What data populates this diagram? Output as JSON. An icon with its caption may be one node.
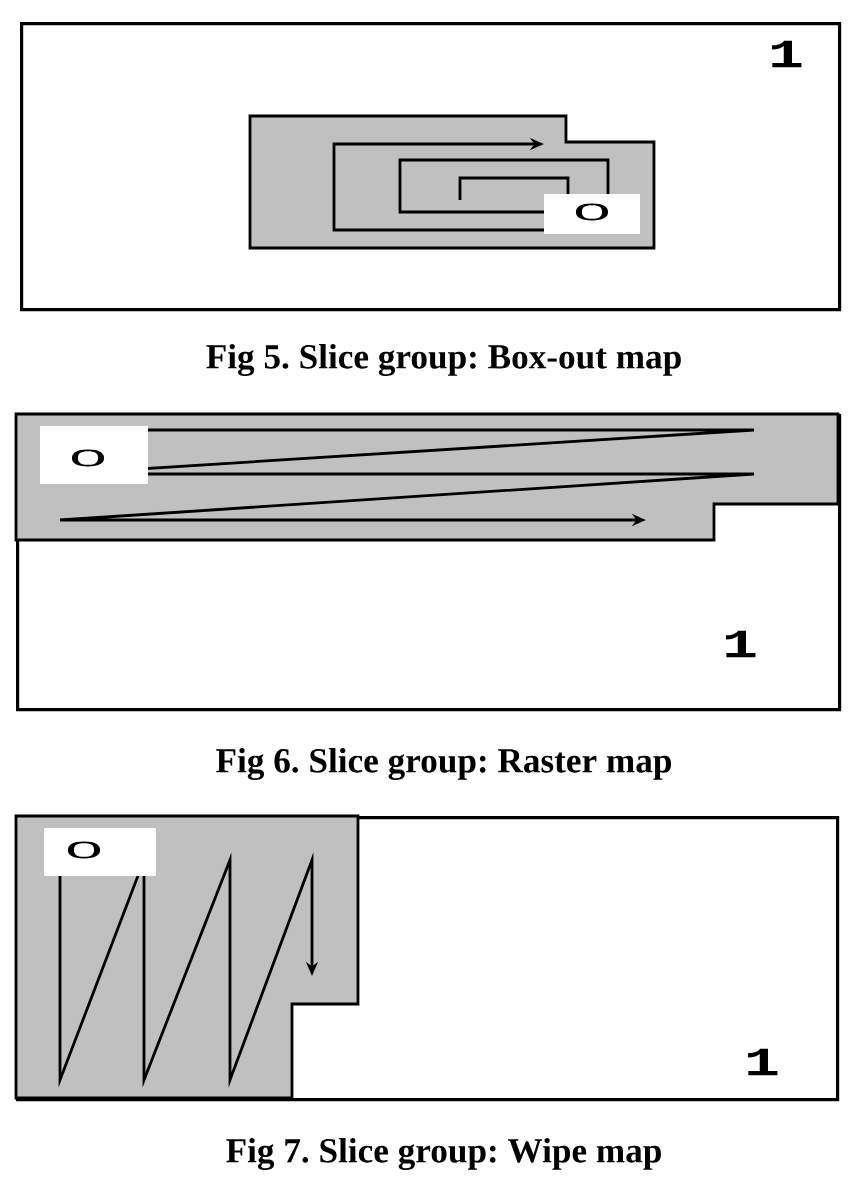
{
  "diagram": {
    "nodes": [
      {
        "text": [
          "1"
        ]
      },
      {
        "text": [
          "0"
        ],
        "in": 0
      },
      {
        "text": [
          "1"
        ]
      },
      {
        "text": [
          "0"
        ],
        "in": 2
      },
      {
        "text": [
          "1"
        ]
      },
      {
        "text": [
          "0"
        ],
        "in": 4
      }
    ],
    "labels": [
      "Fig 5. Slice group: Box-out map",
      "Fig 6. Slice group: Raster map",
      "Fig 7. Slice group: Wipe map"
    ]
  }
}
